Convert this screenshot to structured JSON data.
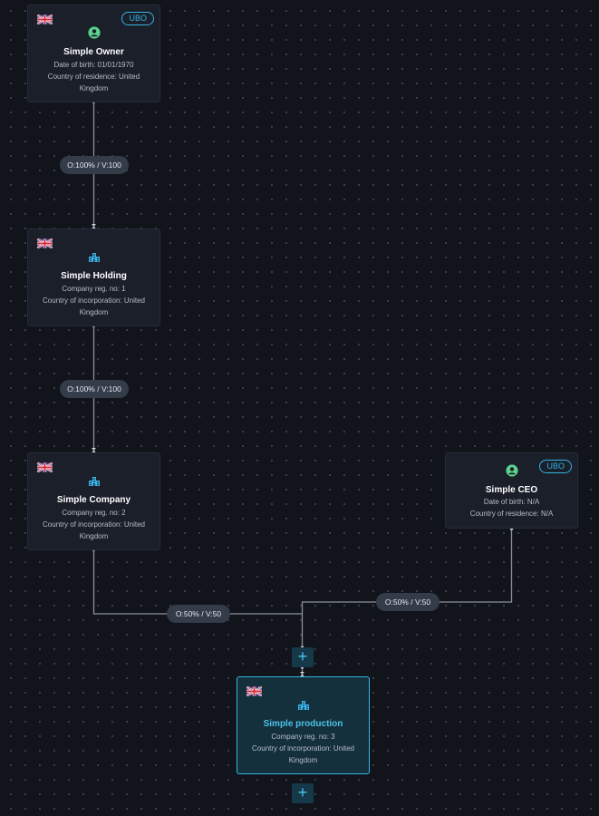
{
  "nodes": {
    "owner": {
      "ubo_label": "UBO",
      "title": "Simple Owner",
      "line1": "Date of birth: 01/01/1970",
      "line2": "Country of residence: United Kingdom"
    },
    "holding": {
      "title": "Simple Holding",
      "line1": "Company reg. no: 1",
      "line2": "Country of incorporation: United Kingdom"
    },
    "company": {
      "title": "Simple Company",
      "line1": "Company reg. no: 2",
      "line2": "Country of incorporation: United Kingdom"
    },
    "ceo": {
      "ubo_label": "UBO",
      "title": "Simple CEO",
      "line1": "Date of birth: N/A",
      "line2": "Country of residence: N/A"
    },
    "production": {
      "title": "Simple production",
      "line1": "Company reg. no: 3",
      "line2": "Country of incorporation: United Kingdom"
    }
  },
  "edges": {
    "owner_holding": "O:100% / V:100",
    "holding_company": "O:100% / V:100",
    "company_production": "O:50% / V:50",
    "ceo_production": "O:50% / V:50"
  },
  "colors": {
    "background": "#11141b",
    "node_fill": "#1a1f2a",
    "selected_fill": "#15303d",
    "accent": "#36b6e0",
    "person_icon": "#5bd18b",
    "edge": "#8b919c",
    "edge_label_fill": "#343b49"
  },
  "icons": {
    "flag": "uk-flag-icon",
    "person": "person-icon",
    "company": "building-icon",
    "add": "plus-icon"
  }
}
